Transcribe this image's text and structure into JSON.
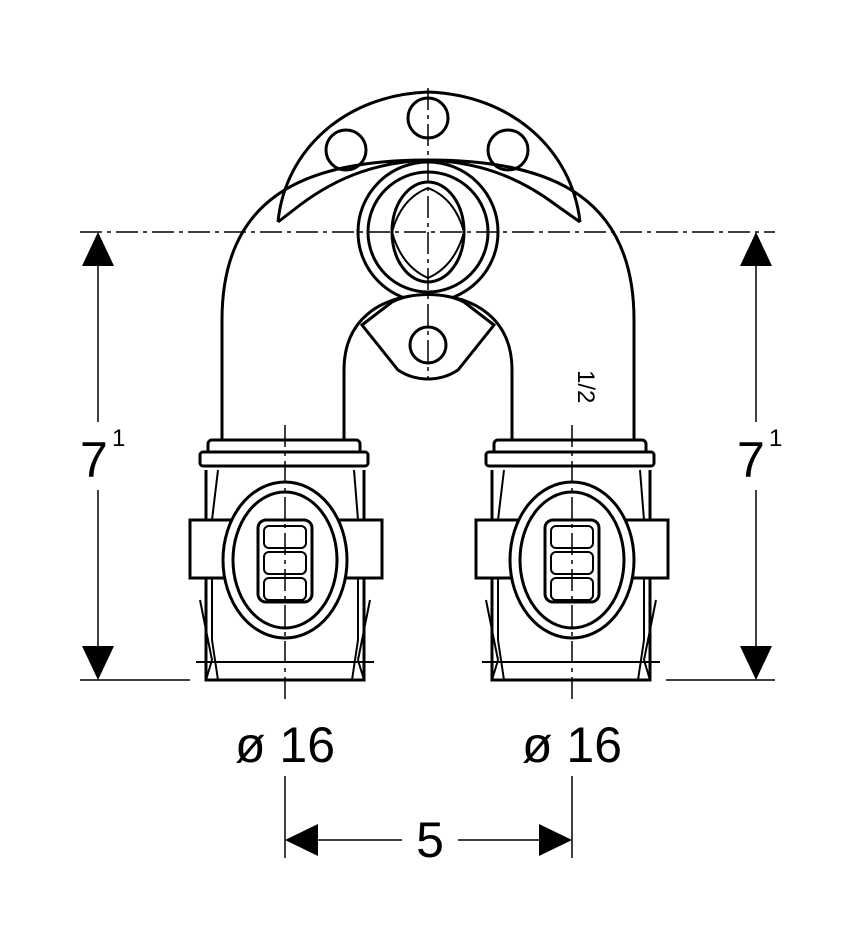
{
  "colors": {
    "line": "#000000",
    "background": "#ffffff"
  },
  "labels": {
    "height_left": "7",
    "height_left_sup": "1",
    "height_right": "7",
    "height_right_sup": "1",
    "thread_size": "1/2",
    "diameter_left": "ø 16",
    "diameter_right": "ø 16",
    "spacing": "5"
  }
}
